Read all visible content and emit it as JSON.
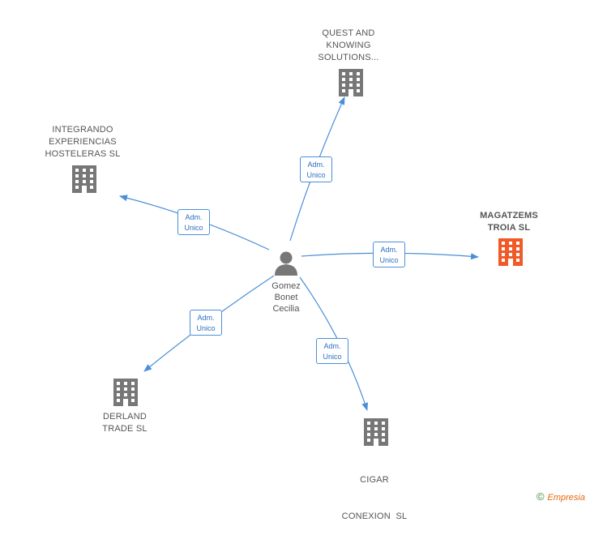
{
  "center": {
    "name_lines": [
      "Gomez",
      "Bonet",
      "Cecilia"
    ]
  },
  "companies": [
    {
      "id": "quest",
      "lines": [
        "QUEST AND",
        "KNOWING",
        "SOLUTIONS..."
      ],
      "highlight": false
    },
    {
      "id": "integrando",
      "lines": [
        "INTEGRANDO",
        "EXPERIENCIAS",
        "HOSTELERAS SL"
      ],
      "highlight": false
    },
    {
      "id": "magatzems",
      "lines": [
        "MAGATZEMS",
        "TROIA SL"
      ],
      "highlight": true
    },
    {
      "id": "derland",
      "lines": [
        "DERLAND",
        "TRADE SL"
      ],
      "highlight": false
    },
    {
      "id": "cigar",
      "lines": [
        "CIGAR",
        "CONEXION  SL"
      ],
      "highlight": false
    }
  ],
  "edge_label": [
    "Adm.",
    "Unico"
  ],
  "colors": {
    "edge": "#4a8fd8",
    "building": "#777777",
    "building_highlight": "#f05a28",
    "person": "#777777"
  },
  "footer": {
    "copyright": "©",
    "brand": "Empresia"
  }
}
